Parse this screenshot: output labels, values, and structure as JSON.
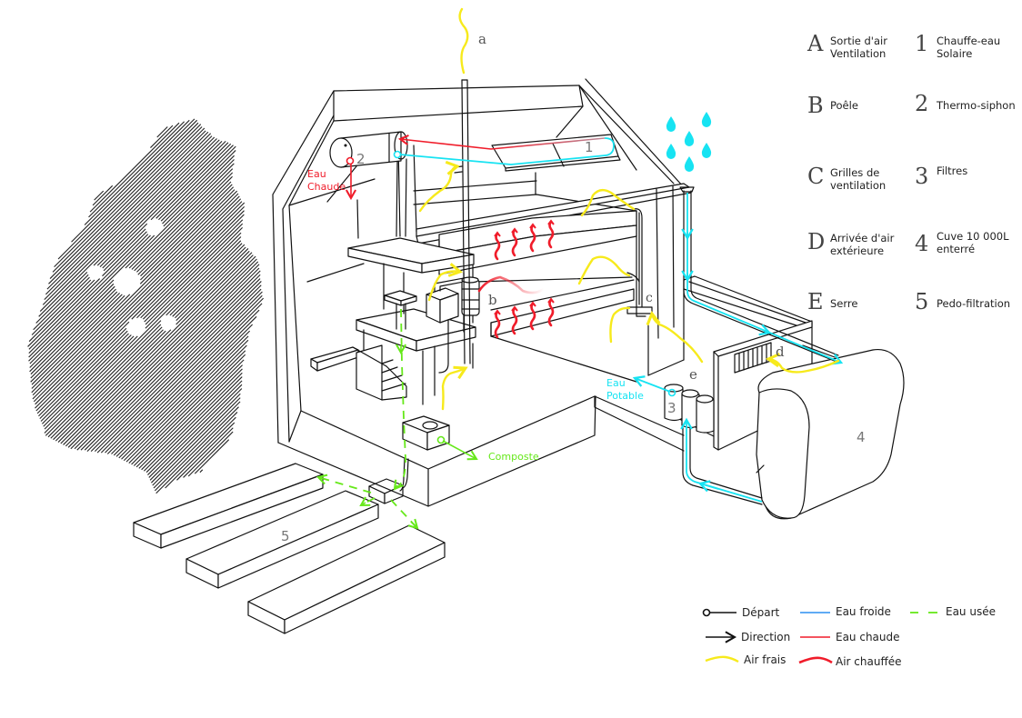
{
  "legend_key": {
    "letters": [
      {
        "key": "A",
        "label_1": "Sortie d'air",
        "label_2": "Ventilation"
      },
      {
        "key": "B",
        "label_1": "Poêle",
        "label_2": ""
      },
      {
        "key": "C",
        "label_1": "Grilles de",
        "label_2": "ventilation"
      },
      {
        "key": "D",
        "label_1": "Arrivée d'air",
        "label_2": "extérieure"
      },
      {
        "key": "E",
        "label_1": "Serre",
        "label_2": ""
      }
    ],
    "numbers": [
      {
        "key": "1",
        "label_1": "Chauffe-eau",
        "label_2": "Solaire"
      },
      {
        "key": "2",
        "label_1": "Thermo-siphon",
        "label_2": ""
      },
      {
        "key": "3",
        "label_1": "Filtres",
        "label_2": ""
      },
      {
        "key": "4",
        "label_1": "Cuve 10 000L",
        "label_2": "enterré"
      },
      {
        "key": "5",
        "label_1": "Pedo-filtration",
        "label_2": ""
      }
    ]
  },
  "diagram_labels": {
    "a": "a",
    "b": "b",
    "c": "c",
    "d": "d",
    "e": "e",
    "n1": "1",
    "n2": "2",
    "n3": "3",
    "n4": "4",
    "n5": "5",
    "eau_chaude_1": "Eau",
    "eau_chaude_2": "Chaude",
    "eau_potable_1": "Eau",
    "eau_potable_2": "Potable",
    "composte": "Composte"
  },
  "flow_legend": {
    "depart": "Départ",
    "direction": "Direction",
    "air_frais": "Air frais",
    "eau_froide": "Eau froide",
    "eau_chaude": "Eau chaude",
    "air_chauffee": "Air chauffée",
    "eau_usee": "Eau usée"
  },
  "colors": {
    "eau_froide": "#17e3f2",
    "eau_froide_legend": "#2b8ff0",
    "eau_chaude": "#f01c2a",
    "eau_usee": "#66e81a",
    "air_frais": "#f7ea1c",
    "air_chauffee": "#f01c2a",
    "rain": "#17e3f2"
  }
}
